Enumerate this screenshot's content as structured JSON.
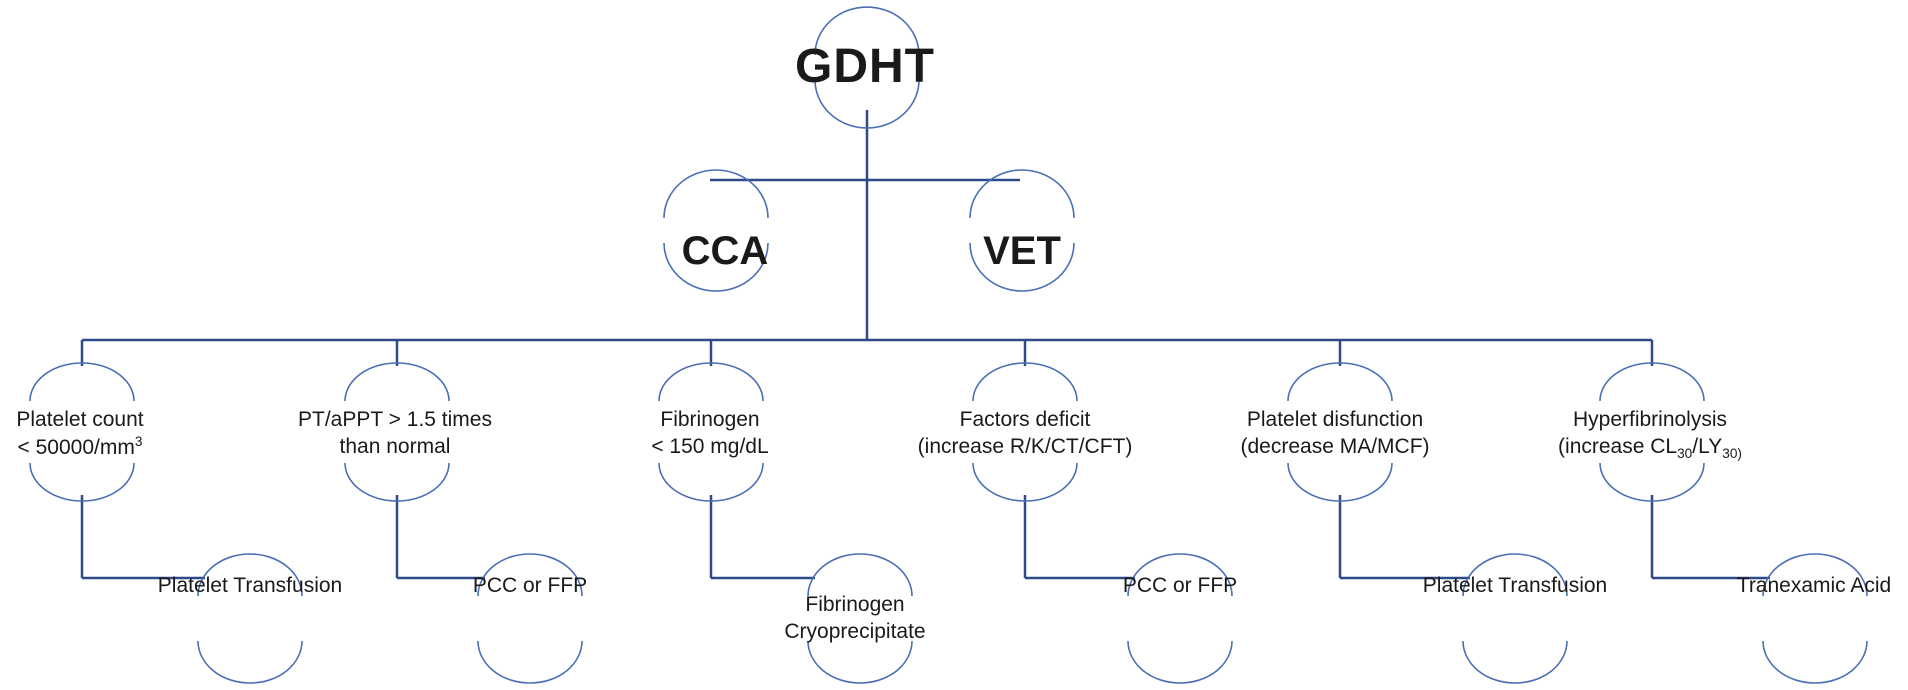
{
  "root": {
    "label": "GDHT"
  },
  "level2": [
    {
      "label": "CCA"
    },
    {
      "label": "VET"
    }
  ],
  "conditions": [
    {
      "line1": "Platelet count",
      "line2_pre": "< 50000/mm",
      "line2_sup": "3",
      "treatment_line1": "Platelet Transfusion",
      "treatment_line2": ""
    },
    {
      "line1": "PT/aPPT > 1.5 times",
      "line2_pre": "than normal",
      "line2_sup": "",
      "treatment_line1": "PCC or FFP",
      "treatment_line2": ""
    },
    {
      "line1": "Fibrinogen",
      "line2_pre": "< 150 mg/dL",
      "line2_sup": "",
      "treatment_line1": "Fibrinogen",
      "treatment_line2": "Cryoprecipitate"
    },
    {
      "line1": "Factors deficit",
      "line2_pre": "(increase  R/K/CT/CFT)",
      "line2_sup": "",
      "treatment_line1": "PCC or FFP",
      "treatment_line2": ""
    },
    {
      "line1": "Platelet disfunction",
      "line2_pre": "(decrease  MA/MCF)",
      "line2_sup": "",
      "treatment_line1": "Platelet Transfusion",
      "treatment_line2": ""
    },
    {
      "line1": "Hyperfibrinolysis",
      "line2_pre": "(increase  CL",
      "line2_sub1": "30",
      "line2_mid": "/LY",
      "line2_sub2": "30)",
      "treatment_line1": "Tranexamic Acid",
      "treatment_line2": ""
    }
  ],
  "colors": {
    "connector": "#2f4a8a",
    "arc": "#4a6fb5",
    "text": "#1a1a1a"
  }
}
